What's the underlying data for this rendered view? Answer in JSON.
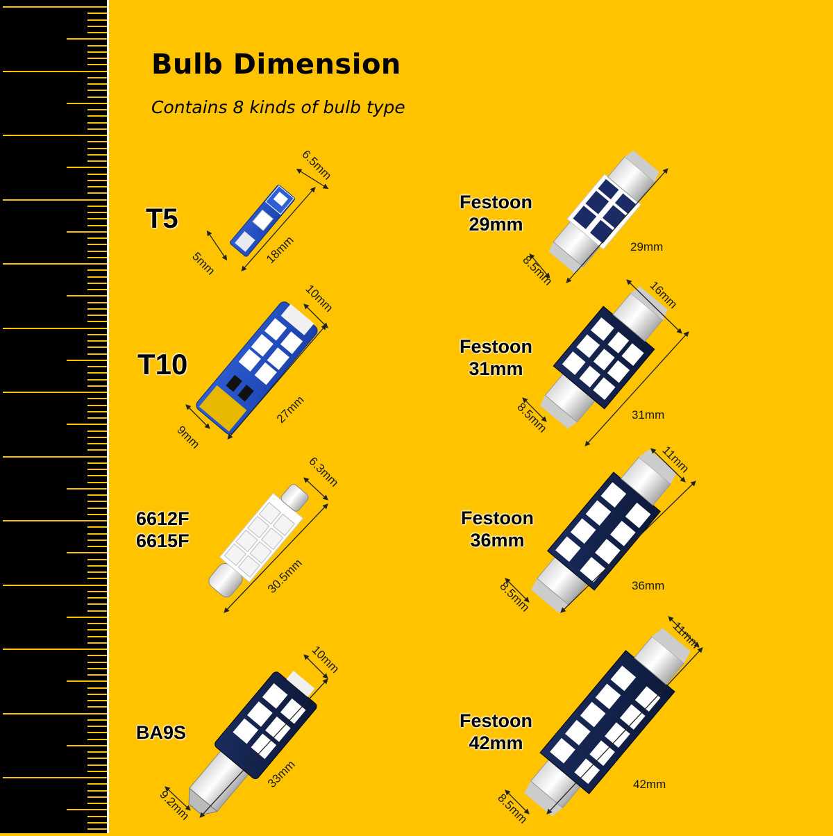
{
  "header": {
    "title": "Bulb Dimension",
    "subtitle": "Contains 8 kinds of bulb type"
  },
  "colors": {
    "background": "#FFC300",
    "ruler": "#000000",
    "tick": "#FFC300"
  },
  "bulbs": [
    {
      "name": "T5",
      "dims": [
        "6.5mm",
        "5mm",
        "18mm"
      ]
    },
    {
      "name": "T10",
      "dims": [
        "10mm",
        "9mm",
        "27mm"
      ]
    },
    {
      "name_line1": "6612F",
      "name_line2": "6615F",
      "dims": [
        "6.3mm",
        "30.5mm"
      ]
    },
    {
      "name": "BA9S",
      "dims": [
        "10mm",
        "9.2mm",
        "33mm"
      ]
    },
    {
      "name_line1": "Festoon",
      "name_line2": "29mm",
      "dims": [
        "8.5mm",
        "29mm"
      ]
    },
    {
      "name_line1": "Festoon",
      "name_line2": "31mm",
      "dims": [
        "16mm",
        "8.5mm",
        "31mm"
      ]
    },
    {
      "name_line1": "Festoon",
      "name_line2": "36mm",
      "dims": [
        "11mm",
        "8.5mm",
        "36mm"
      ]
    },
    {
      "name_line1": "Festoon",
      "name_line2": "42mm",
      "dims": [
        "11mm",
        "8.5mm",
        "42mm"
      ]
    }
  ]
}
